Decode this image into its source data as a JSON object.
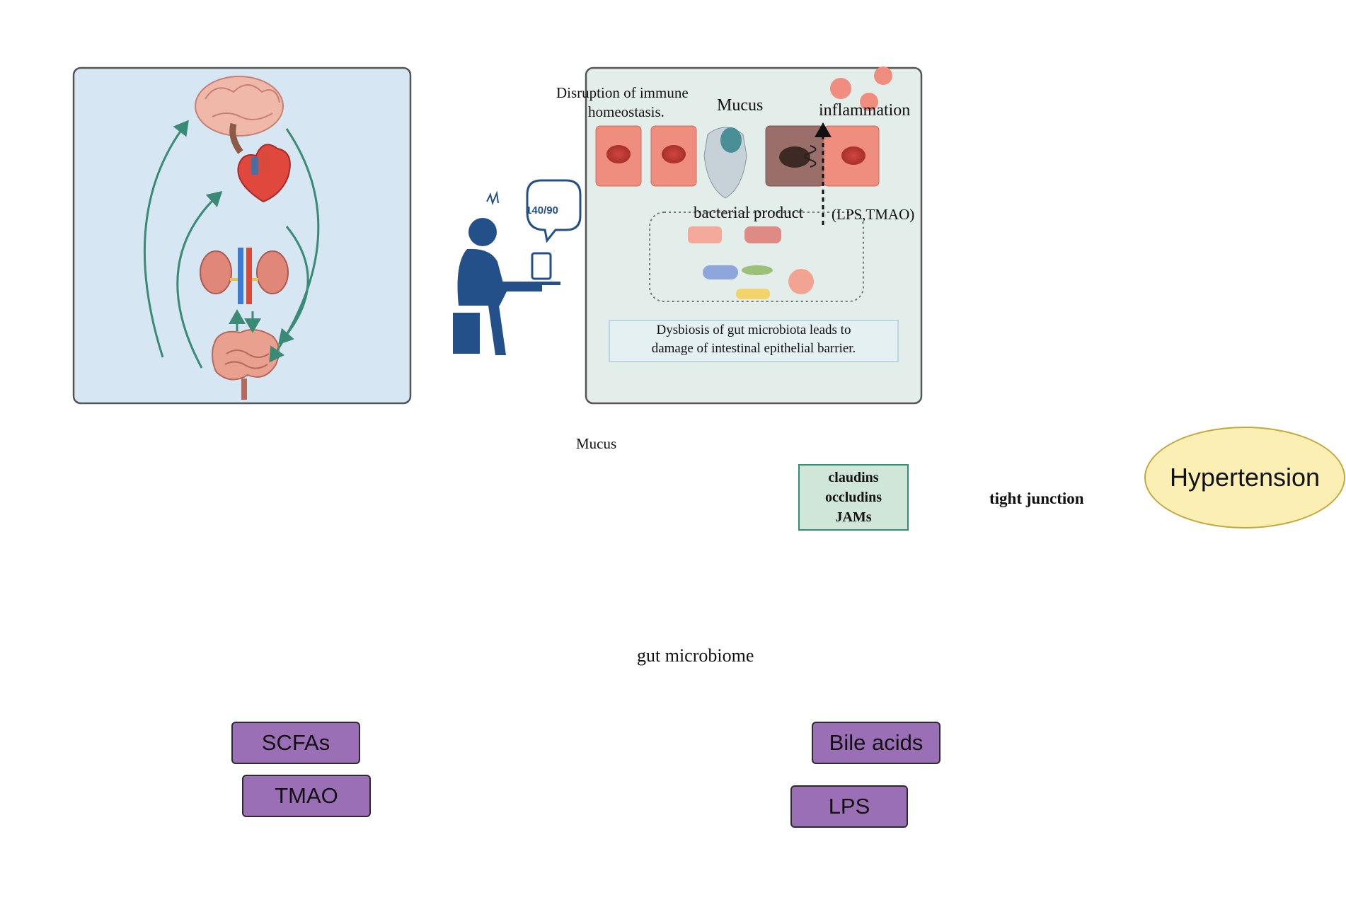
{
  "top_right": {
    "disruption_label_line1": "Disruption of immune",
    "disruption_label_line2": "homeostasis.",
    "mucus_label": "Mucus",
    "inflammation_label": "inflammation",
    "bacterial_product_label": "bacterial product",
    "lps_tmao_label": "(LPS,TMAO)",
    "dysbiosis_line1": "Dysbiosis of gut microbiota leads to",
    "dysbiosis_line2": "damage of intestinal epithelial barrier."
  },
  "bp_monitor": {
    "reading": "140/90"
  },
  "middle": {
    "mucus_label": "Mucus",
    "tight_junction_items": [
      "claudins",
      "occludins",
      "JAMs"
    ],
    "tight_junction_label": "tight junction",
    "gut_microbiome_label": "gut microbiome"
  },
  "bottom": {
    "scfas": "SCFAs",
    "tmao": "TMAO",
    "bile_acids": "Bile acids",
    "lps": "LPS"
  },
  "outcome": {
    "label": "Hypertension"
  },
  "colors": {
    "panel_blue": "#d6e6f2",
    "panel_green": "#e3eeea",
    "panel_tan": "#ead5c3",
    "arrow_dark": "#34495e",
    "teal_arrow": "#3a8a78",
    "metabolite_purple": "#9b6fb6",
    "hypertension_fill": "#fbefb4"
  }
}
